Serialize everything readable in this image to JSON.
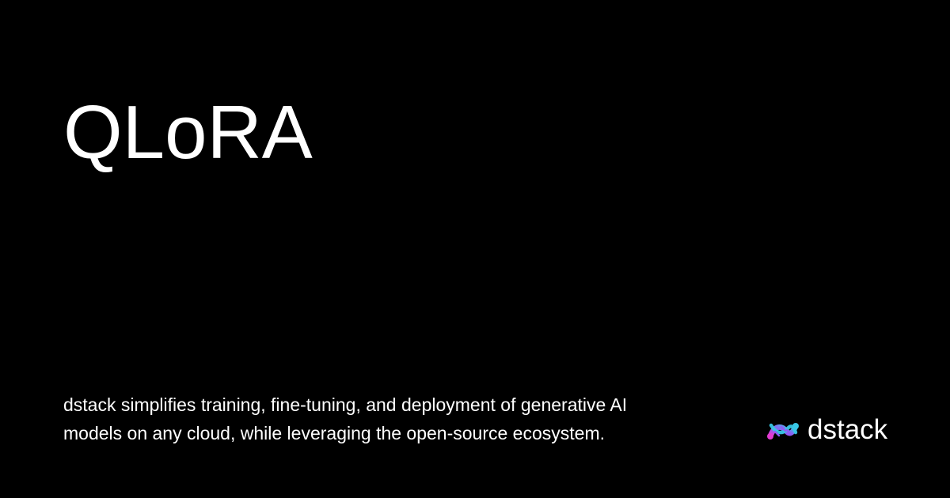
{
  "page": {
    "title": "QLoRA",
    "description_line_1": "dstack simplifies training, fine-tuning, and deployment of generative AI",
    "description_line_2": "models on any cloud, while leveraging the open-source ecosystem."
  },
  "brand": {
    "name": "dstack",
    "logo_icon": "dstack-logo-icon",
    "colors": {
      "background": "#000000",
      "text": "#ffffff",
      "logo_pink": "#e13bd0",
      "logo_purple": "#8f5cf7",
      "logo_cyan": "#38c7e6"
    }
  }
}
